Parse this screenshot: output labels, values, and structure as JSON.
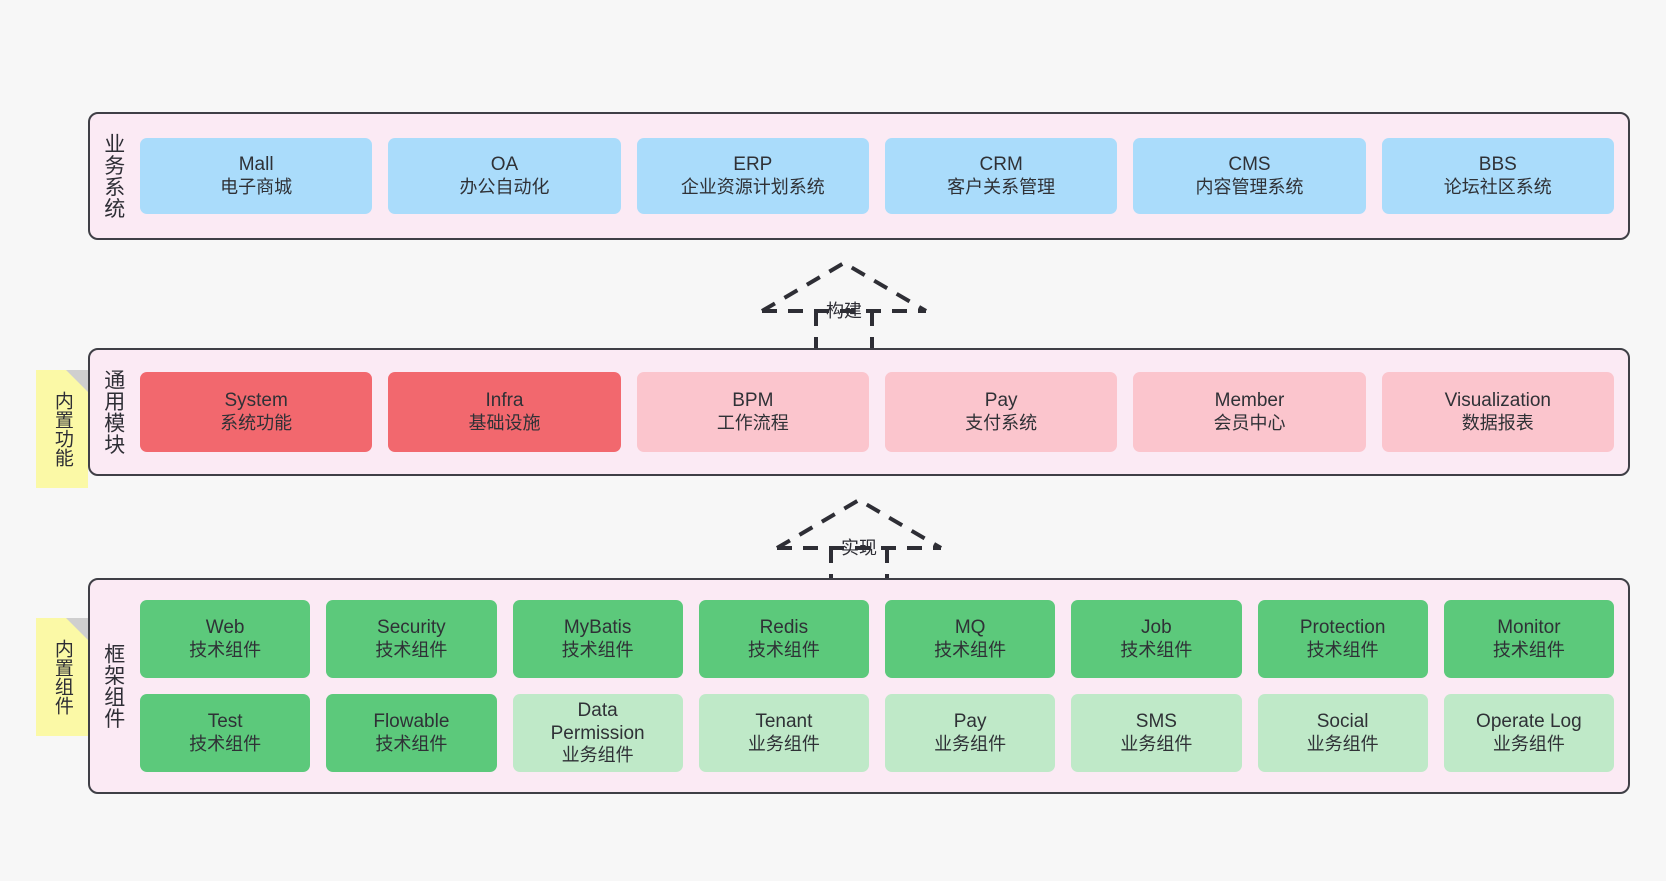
{
  "diagram": {
    "title": "",
    "colors": {
      "background": "#f7f7f7",
      "layer_panel": "#fbeaf4",
      "layer_border": "#3f3f46",
      "business": "#aadcfb",
      "module_core": "#f2686e",
      "module_other": "#fbc5cd",
      "tech_component": "#5cc97b",
      "biz_component": "#bfe9c8",
      "note": "#fbf9a6",
      "note_fold": "#cfcfcf"
    },
    "layers": [
      {
        "id": "business-systems",
        "title": "业务系统",
        "rows": [
          [
            {
              "en": "Mall",
              "cn": "电子商城",
              "variant": "n-blue"
            },
            {
              "en": "OA",
              "cn": "办公自动化",
              "variant": "n-blue"
            },
            {
              "en": "ERP",
              "cn": "企业资源计划系统",
              "variant": "n-blue"
            },
            {
              "en": "CRM",
              "cn": "客户关系管理",
              "variant": "n-blue"
            },
            {
              "en": "CMS",
              "cn": "内容管理系统",
              "variant": "n-blue"
            },
            {
              "en": "BBS",
              "cn": "论坛社区系统",
              "variant": "n-blue"
            }
          ]
        ]
      },
      {
        "id": "common-modules",
        "title": "通用模块",
        "note": "内置功能",
        "rows": [
          [
            {
              "en": "System",
              "cn": "系统功能",
              "variant": "n-red"
            },
            {
              "en": "Infra",
              "cn": "基础设施",
              "variant": "n-red"
            },
            {
              "en": "BPM",
              "cn": "工作流程",
              "variant": "n-pink"
            },
            {
              "en": "Pay",
              "cn": "支付系统",
              "variant": "n-pink"
            },
            {
              "en": "Member",
              "cn": "会员中心",
              "variant": "n-pink"
            },
            {
              "en": "Visualization",
              "cn": "数据报表",
              "variant": "n-pink"
            }
          ]
        ]
      },
      {
        "id": "framework-components",
        "title": "框架组件",
        "note": "内置组件",
        "rows": [
          [
            {
              "en": "Web",
              "cn": "技术组件",
              "variant": "n-green"
            },
            {
              "en": "Security",
              "cn": "技术组件",
              "variant": "n-green"
            },
            {
              "en": "MyBatis",
              "cn": "技术组件",
              "variant": "n-green"
            },
            {
              "en": "Redis",
              "cn": "技术组件",
              "variant": "n-green"
            },
            {
              "en": "MQ",
              "cn": "技术组件",
              "variant": "n-green"
            },
            {
              "en": "Job",
              "cn": "技术组件",
              "variant": "n-green"
            },
            {
              "en": "Protection",
              "cn": "技术组件",
              "variant": "n-green"
            },
            {
              "en": "Monitor",
              "cn": "技术组件",
              "variant": "n-green"
            }
          ],
          [
            {
              "en": "Test",
              "cn": "技术组件",
              "variant": "n-green"
            },
            {
              "en": "Flowable",
              "cn": "技术组件",
              "variant": "n-green"
            },
            {
              "en": "Data Permission",
              "cn": "业务组件",
              "variant": "n-lightgreen"
            },
            {
              "en": "Tenant",
              "cn": "业务组件",
              "variant": "n-lightgreen"
            },
            {
              "en": "Pay",
              "cn": "业务组件",
              "variant": "n-lightgreen"
            },
            {
              "en": "SMS",
              "cn": "业务组件",
              "variant": "n-lightgreen"
            },
            {
              "en": "Social",
              "cn": "业务组件",
              "variant": "n-lightgreen"
            },
            {
              "en": "Operate Log",
              "cn": "业务组件",
              "variant": "n-lightgreen"
            }
          ]
        ]
      }
    ],
    "connectors": [
      {
        "id": "build",
        "label": "构建"
      },
      {
        "id": "implement",
        "label": "实现"
      }
    ]
  }
}
